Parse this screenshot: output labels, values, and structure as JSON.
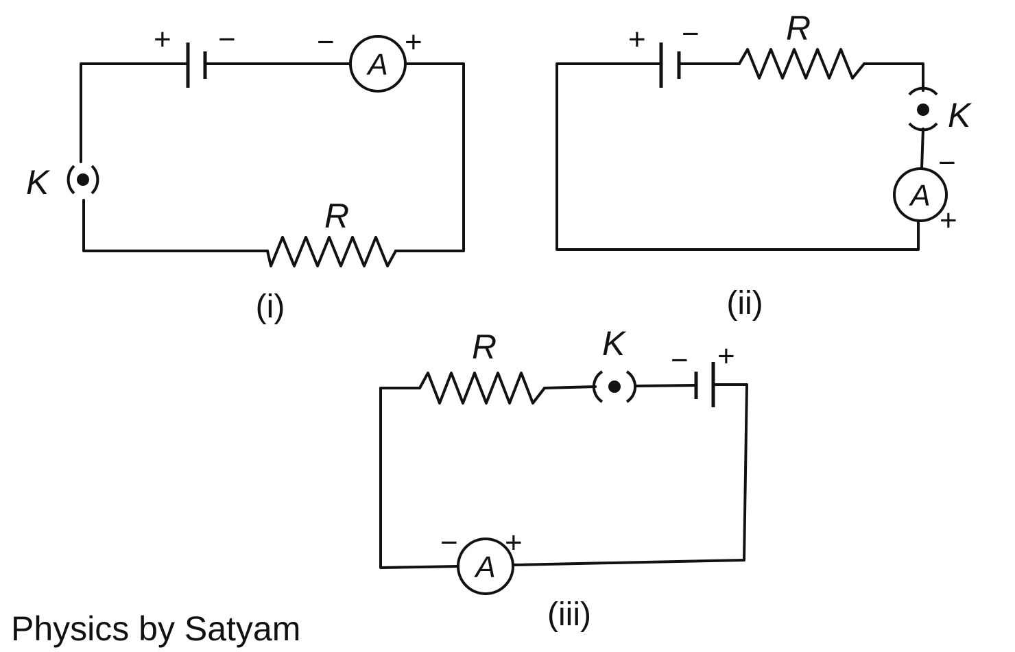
{
  "circuits": [
    {
      "caption": "(i)",
      "battery": {
        "pos": "+",
        "neg": "−"
      },
      "ammeter": {
        "letter": "A",
        "neg": "−",
        "pos": "+"
      },
      "key": "K",
      "resistor": "R"
    },
    {
      "caption": "(ii)",
      "battery": {
        "pos": "+",
        "neg": "−"
      },
      "ammeter": {
        "letter": "A",
        "neg": "−",
        "pos": "+"
      },
      "key": "K",
      "resistor": "R"
    },
    {
      "caption": "(iii)",
      "battery": {
        "pos": "+",
        "neg": "−"
      },
      "ammeter": {
        "letter": "A",
        "neg": "−",
        "pos": "+"
      },
      "key": "K",
      "resistor": "R"
    }
  ],
  "watermark": "Physics by Satyam",
  "colors": {
    "ink": "#111111",
    "background": "#ffffff"
  }
}
